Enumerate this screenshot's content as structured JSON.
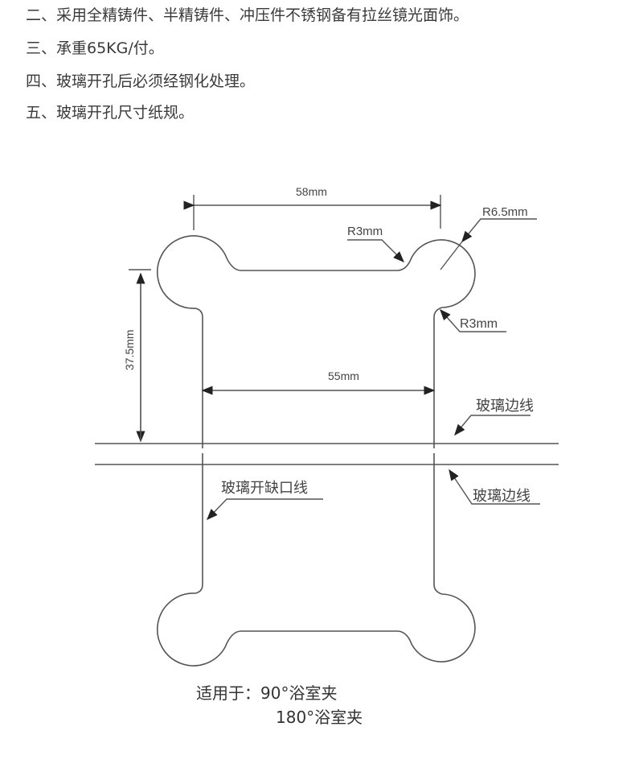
{
  "spec_lines": [
    "二、采用全精铸件、半精铸件、冲压件不锈钢备有拉丝镜光面饰。",
    "三、承重65KG/付。",
    "四、玻璃开孔后必须经钢化处理。",
    "五、玻璃开孔尺寸纸规。"
  ],
  "diagram": {
    "dim_top_width": "58mm",
    "dim_inner_width": "55mm",
    "dim_height": "37.5mm",
    "radius_large": "R6.5mm",
    "radius_small_top": "R3mm",
    "radius_small_side": "R3mm",
    "glass_edge_upper": "玻璃边线",
    "glass_edge_lower": "玻璃边线",
    "cutout_line": "玻璃开缺口线"
  },
  "applicable": {
    "label": "适用于：90°浴室夹",
    "second": "180°浴室夹"
  }
}
